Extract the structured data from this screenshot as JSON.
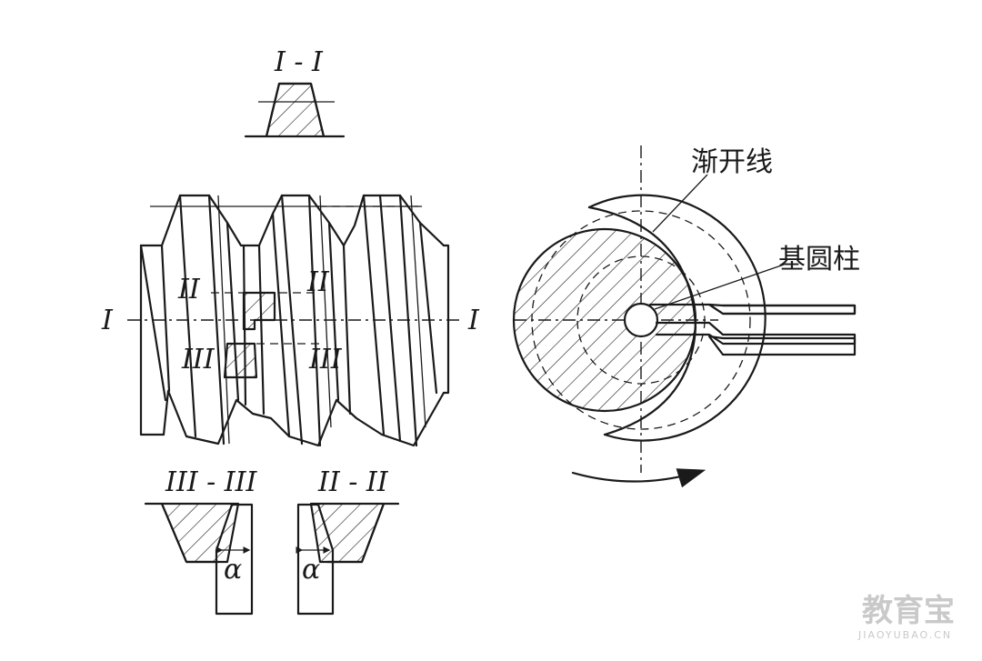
{
  "labels": {
    "section_i": "I - I",
    "section_iii": "III - III",
    "section_ii": "II - II",
    "left_i": "I",
    "right_i": "I",
    "ii_left": "II",
    "ii_right": "II",
    "iii_left": "III",
    "iii_right": "III",
    "alpha_left": "α",
    "alpha_right": "α"
  },
  "annotations": {
    "involute": "渐开线",
    "base_cylinder": "基圆柱"
  },
  "watermark": {
    "title": "教育宝",
    "url": "JIAOYUBAO.CN"
  }
}
